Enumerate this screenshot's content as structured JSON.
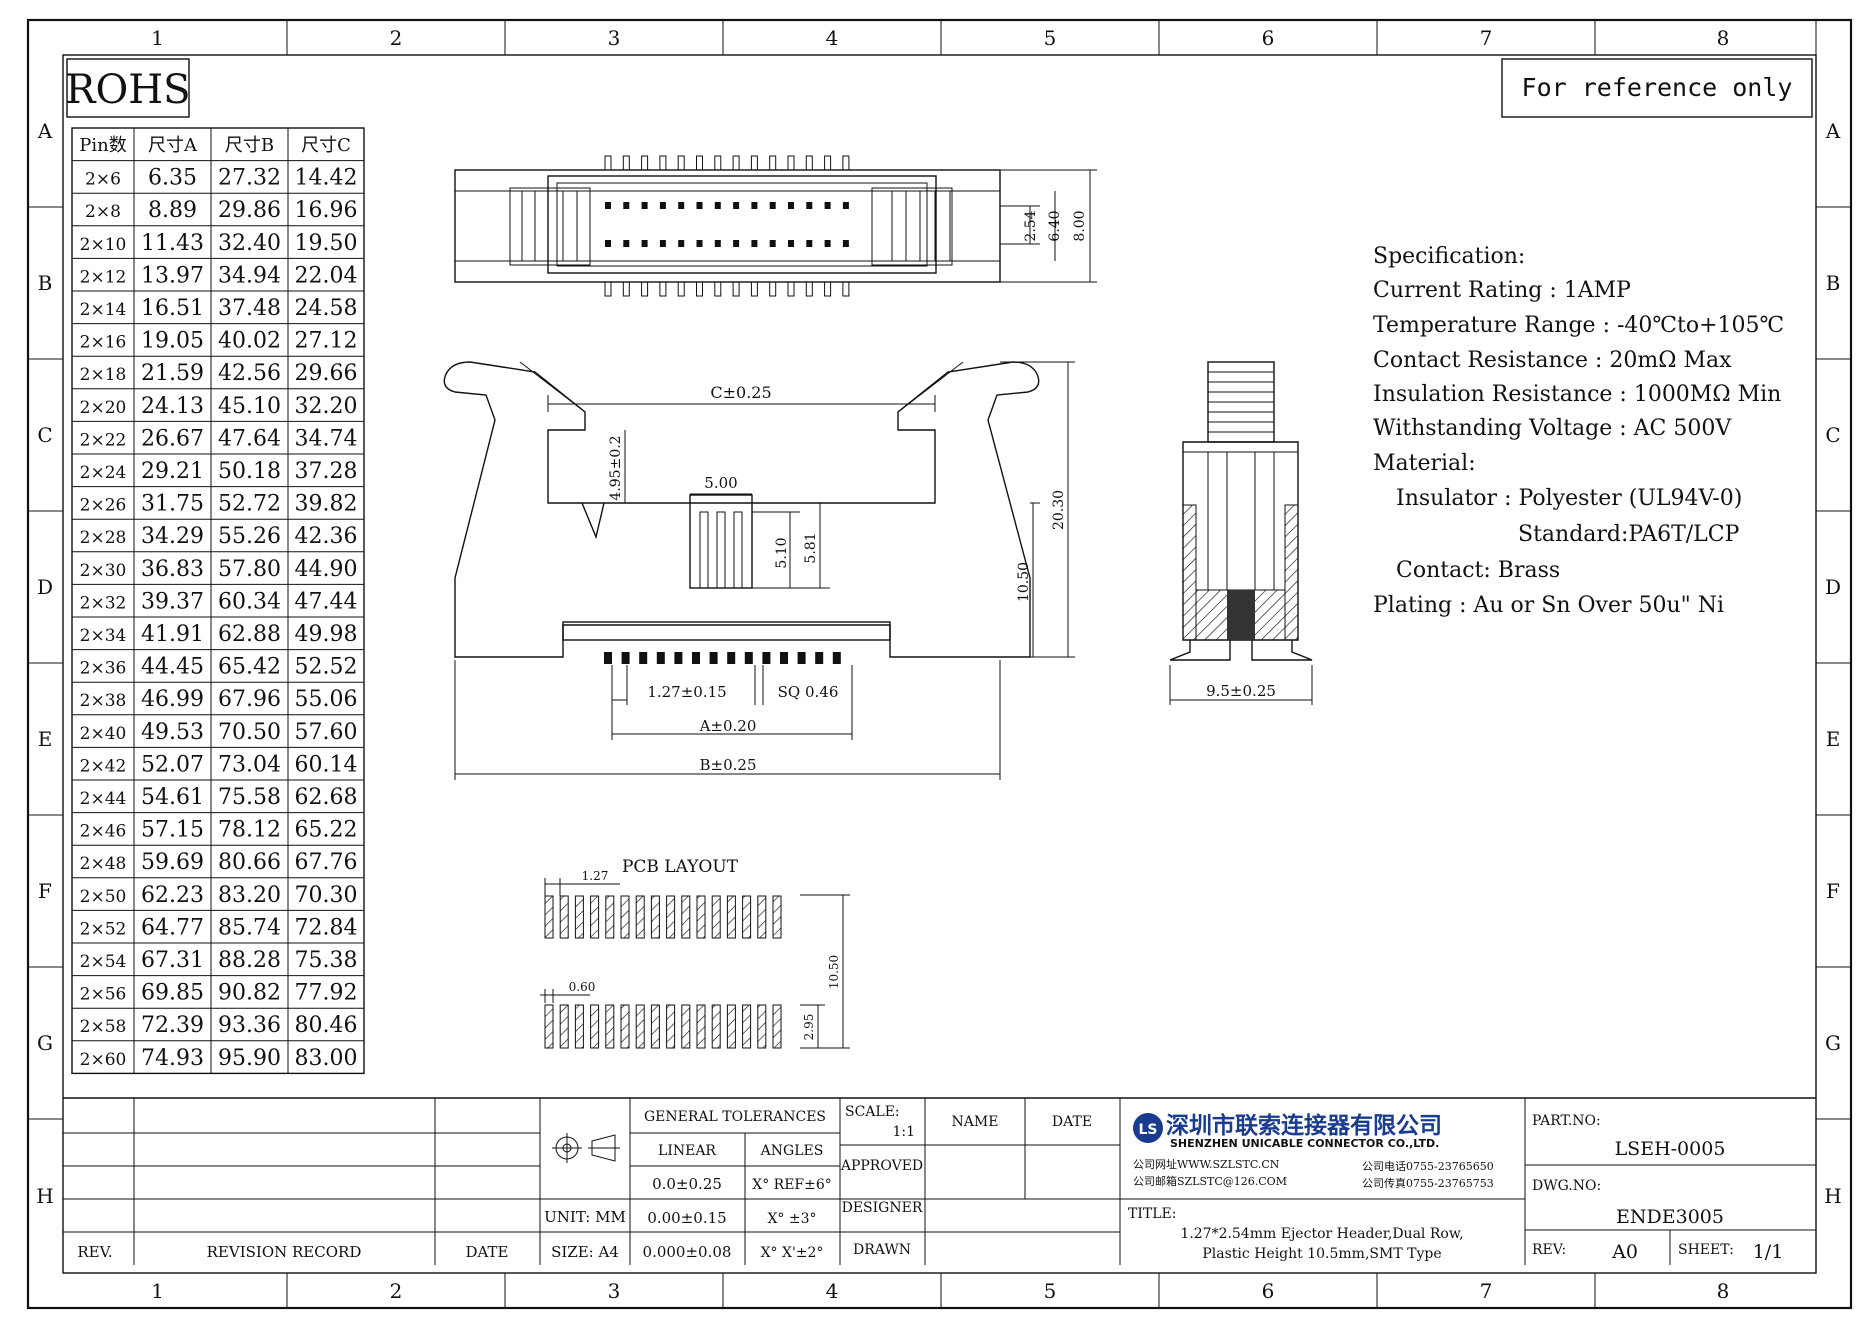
{
  "border": {
    "cols": [
      "1",
      "2",
      "3",
      "4",
      "5",
      "6",
      "7",
      "8"
    ],
    "rows": [
      "A",
      "B",
      "C",
      "D",
      "E",
      "F",
      "G",
      "H"
    ]
  },
  "rohs_label": "ROHS",
  "reference_note": "For reference only",
  "dimension_table": {
    "headers": [
      "Pin数",
      "尺寸A",
      "尺寸B",
      "尺寸C"
    ],
    "rows": [
      [
        "2×6",
        "6.35",
        "27.32",
        "14.42"
      ],
      [
        "2×8",
        "8.89",
        "29.86",
        "16.96"
      ],
      [
        "2×10",
        "11.43",
        "32.40",
        "19.50"
      ],
      [
        "2×12",
        "13.97",
        "34.94",
        "22.04"
      ],
      [
        "2×14",
        "16.51",
        "37.48",
        "24.58"
      ],
      [
        "2×16",
        "19.05",
        "40.02",
        "27.12"
      ],
      [
        "2×18",
        "21.59",
        "42.56",
        "29.66"
      ],
      [
        "2×20",
        "24.13",
        "45.10",
        "32.20"
      ],
      [
        "2×22",
        "26.67",
        "47.64",
        "34.74"
      ],
      [
        "2×24",
        "29.21",
        "50.18",
        "37.28"
      ],
      [
        "2×26",
        "31.75",
        "52.72",
        "39.82"
      ],
      [
        "2×28",
        "34.29",
        "55.26",
        "42.36"
      ],
      [
        "2×30",
        "36.83",
        "57.80",
        "44.90"
      ],
      [
        "2×32",
        "39.37",
        "60.34",
        "47.44"
      ],
      [
        "2×34",
        "41.91",
        "62.88",
        "49.98"
      ],
      [
        "2×36",
        "44.45",
        "65.42",
        "52.52"
      ],
      [
        "2×38",
        "46.99",
        "67.96",
        "55.06"
      ],
      [
        "2×40",
        "49.53",
        "70.50",
        "57.60"
      ],
      [
        "2×42",
        "52.07",
        "73.04",
        "60.14"
      ],
      [
        "2×44",
        "54.61",
        "75.58",
        "62.68"
      ],
      [
        "2×46",
        "57.15",
        "78.12",
        "65.22"
      ],
      [
        "2×48",
        "59.69",
        "80.66",
        "67.76"
      ],
      [
        "2×50",
        "62.23",
        "83.20",
        "70.30"
      ],
      [
        "2×52",
        "64.77",
        "85.74",
        "72.84"
      ],
      [
        "2×54",
        "67.31",
        "88.28",
        "75.38"
      ],
      [
        "2×56",
        "69.85",
        "90.82",
        "77.92"
      ],
      [
        "2×58",
        "72.39",
        "93.36",
        "80.46"
      ],
      [
        "2×60",
        "74.93",
        "95.90",
        "83.00"
      ]
    ]
  },
  "specification": [
    "Specification:",
    "Current Rating : 1AMP",
    "Temperature Range : -40℃to+105℃",
    "Contact Resistance : 20mΩ  Max",
    "Insulation Resistance : 1000MΩ  Min",
    "Withstanding Voltage : AC 500V",
    "Material:",
    "Insulator : Polyester (UL94V-0)",
    "Standard:PA6T/LCP",
    "Contact: Brass",
    "Plating : Au or Sn Over 50u\" Ni"
  ],
  "dimensions": {
    "top_254": "2.54",
    "top_640": "6.40",
    "top_800": "8.00",
    "c": "C±0.25",
    "h495": "4.95±0.2",
    "w500": "5.00",
    "h510": "5.10",
    "h581": "5.81",
    "h1050": "10.50",
    "h2030": "20.30",
    "pitch": "1.27±0.15",
    "sq": "SQ 0.46",
    "a": "A±0.20",
    "b": "B±0.25",
    "side_w": "9.5±0.25"
  },
  "pcb_layout": {
    "title": "PCB LAYOUT",
    "pitch": "1.27",
    "pad_w": "0.60",
    "row_span": "10.50",
    "pad_len": "2.95"
  },
  "title_block": {
    "rev_header": "REV.",
    "revision_record": "REVISION RECORD",
    "date_header": "DATE",
    "unit": "UNIT: MM",
    "size": "SIZE: A4",
    "general_tolerances": "GENERAL TOLERANCES",
    "linear": "LINEAR",
    "angles": "ANGLES",
    "tol_1": "0.0±0.25",
    "tol_2": "0.00±0.15",
    "tol_3": "0.000±0.08",
    "ang_1": "X° REF±6°",
    "ang_2": "X° ±3°",
    "ang_3": "X° X'±2°",
    "scale_label": "SCALE:",
    "scale_value": "1:1",
    "approved": "APPROVED",
    "designer": "DESIGNER",
    "drawn": "DRAWN",
    "name_header": "NAME",
    "date_header2": "DATE",
    "company_cn": "深圳市联索连接器有限公司",
    "company_en": "SHENZHEN UNICABLE CONNECTOR CO.,LTD.",
    "company_web": "公司网址WWW.SZLSTC.CN",
    "company_email": "公司邮箱SZLSTC@126.COM",
    "company_tel": "公司电话0755-23765650",
    "company_fax": "公司传真0755-23765753",
    "logo_text": "LS",
    "title_label": "TITLE:",
    "title_line1": "1.27*2.54mm Ejector Header,Dual Row,",
    "title_line2": "Plastic Height 10.5mm,SMT Type",
    "part_no_label": "PART.NO:",
    "part_no": "LSEH-0005",
    "dwg_no_label": "DWG.NO:",
    "dwg_no": "ENDE3005",
    "rev_label": "REV:",
    "rev_value": "A0",
    "sheet_label": "SHEET:",
    "sheet_value": "1/1"
  },
  "colors": {
    "ink": "#111111",
    "logo_blue": "#1a3c8f",
    "logo_red": "#c8202a"
  }
}
